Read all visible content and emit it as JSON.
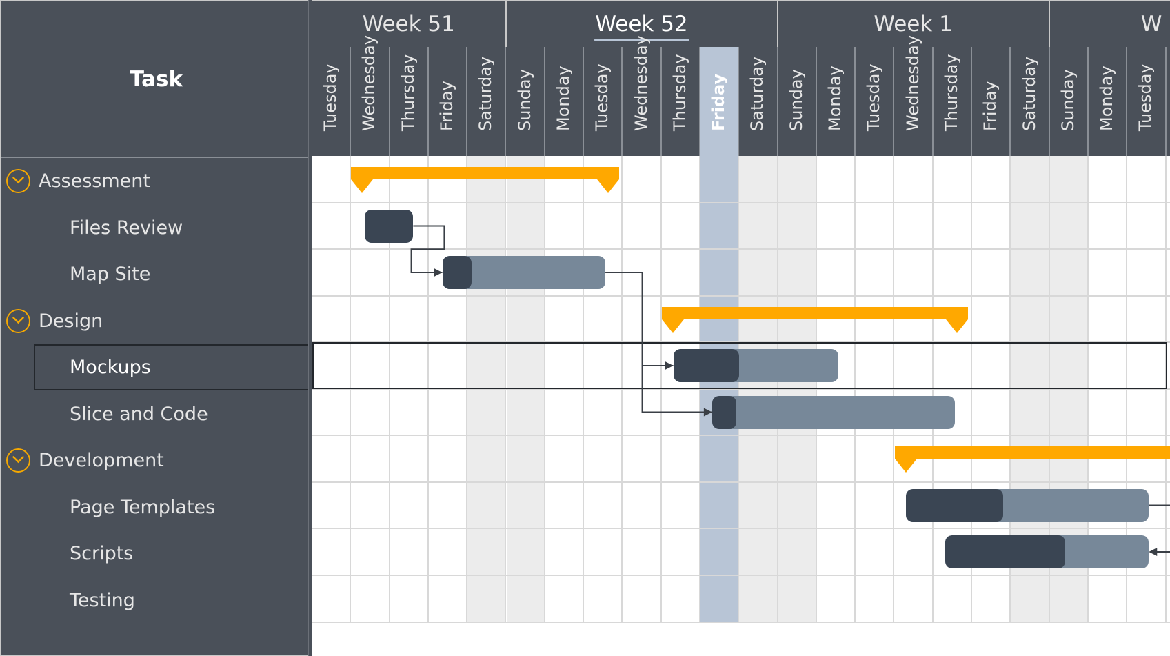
{
  "task_header": "Task",
  "tasks": [
    {
      "label": "Assessment",
      "type": "summary"
    },
    {
      "label": "Files Review",
      "type": "task",
      "progress": 1.0
    },
    {
      "label": "Map Site",
      "type": "task",
      "progress": 0.18
    },
    {
      "label": "Design",
      "type": "summary"
    },
    {
      "label": "Mockups",
      "type": "task",
      "progress": 0.4,
      "selected": true
    },
    {
      "label": "Slice and Code",
      "type": "task",
      "progress": 0.1
    },
    {
      "label": "Development",
      "type": "summary"
    },
    {
      "label": "Page Templates",
      "type": "task",
      "progress": 0.4
    },
    {
      "label": "Scripts",
      "type": "task",
      "progress": 0.59
    },
    {
      "label": "Testing",
      "type": "task"
    }
  ],
  "weeks": [
    {
      "label": "Week 51",
      "current": false
    },
    {
      "label": "Week 52",
      "current": true
    },
    {
      "label": "Week 1",
      "current": false
    },
    {
      "label": "W",
      "current": false
    }
  ],
  "days": [
    "Tuesday",
    "Wednesday",
    "Thursday",
    "Friday",
    "Saturday",
    "Sunday",
    "Monday",
    "Tuesday",
    "Wednesday",
    "Thursday",
    "Friday",
    "Saturday",
    "Sunday",
    "Monday",
    "Tuesday",
    "Wednesday",
    "Thursday",
    "Friday",
    "Saturday",
    "Sunday",
    "Monday",
    "Tuesday"
  ],
  "today_label": "Friday",
  "colors": {
    "summary": "#ffa800",
    "bar": "#778899",
    "progress": "#3a4553",
    "today": "#b8c5d6",
    "pane": "#4a5059",
    "weekend": "#ececec",
    "connector": "#3a3f46"
  },
  "icons": {
    "expander": "chevron-down-circle-icon"
  }
}
